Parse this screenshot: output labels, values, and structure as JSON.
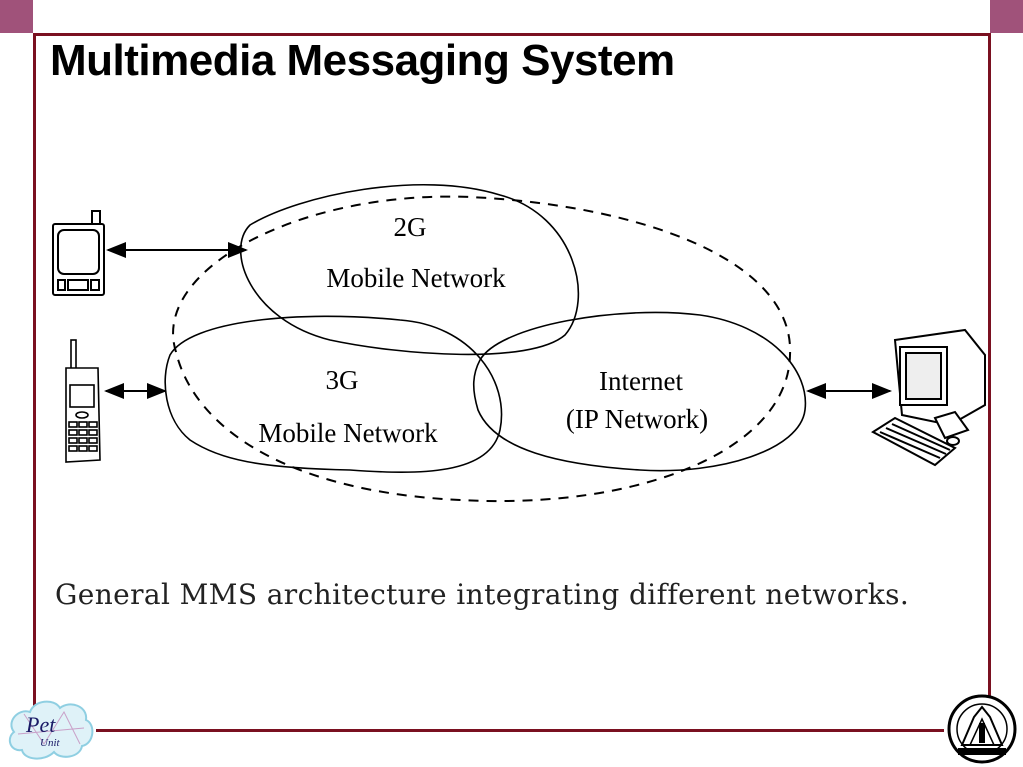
{
  "slide": {
    "title": "Multimedia Messaging System",
    "caption": "General MMS architecture integrating different networks.",
    "accent_color": "#7a1020",
    "corner_color": "#a0527a"
  },
  "diagram": {
    "networks": [
      {
        "line1": "2G",
        "line2": "Mobile Network"
      },
      {
        "line1": "3G",
        "line2": "Mobile Network"
      },
      {
        "line1": "Internet",
        "line2": "(IP Network)"
      }
    ],
    "devices": [
      "pda-icon",
      "mobile-phone-icon",
      "desktop-computer-icon"
    ]
  },
  "logos": {
    "left_text": "Pet",
    "left_subtext": "Unit"
  }
}
